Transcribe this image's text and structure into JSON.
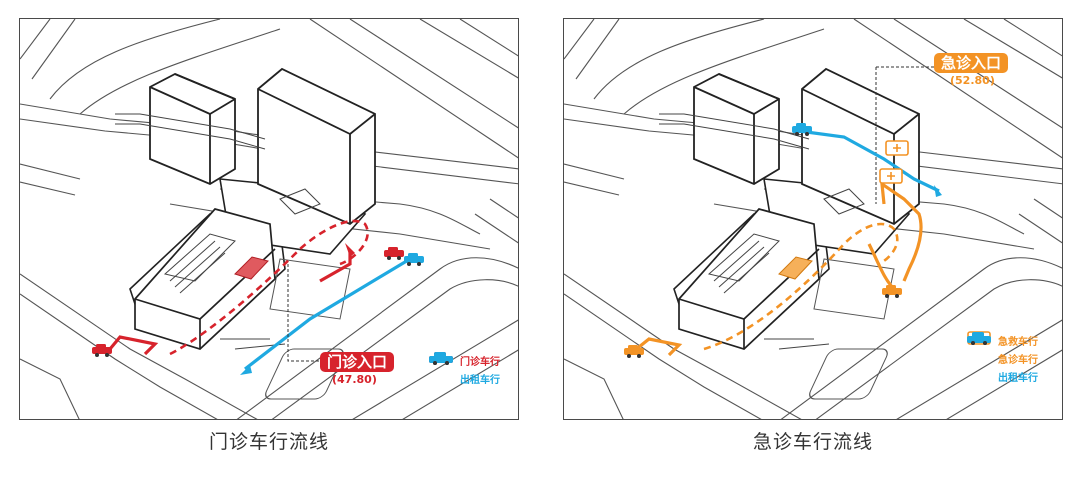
{
  "left": {
    "caption": "门诊车行流线",
    "entrance_tag": "门诊入口",
    "entrance_elevation": "(47.80)",
    "legend": [
      {
        "icon": "car-icon",
        "label": "门诊车行",
        "color": "#d7232c"
      },
      {
        "icon": "car-icon",
        "label": "出租车行",
        "color": "#1fa9e1"
      }
    ]
  },
  "right": {
    "caption": "急诊车行流线",
    "entrance_tag": "急诊入口",
    "entrance_elevation": "(52.80)",
    "legend": [
      {
        "icon": "ambulance-icon",
        "label": "急救车行",
        "color": "#f39325"
      },
      {
        "icon": "car-icon",
        "label": "急诊车行",
        "color": "#f39325"
      },
      {
        "icon": "car-icon",
        "label": "出租车行",
        "color": "#1fa9e1"
      }
    ]
  },
  "colors": {
    "outpatient": "#d7232c",
    "emergency": "#f39325",
    "taxi": "#1fa9e1",
    "line": "#222222"
  }
}
